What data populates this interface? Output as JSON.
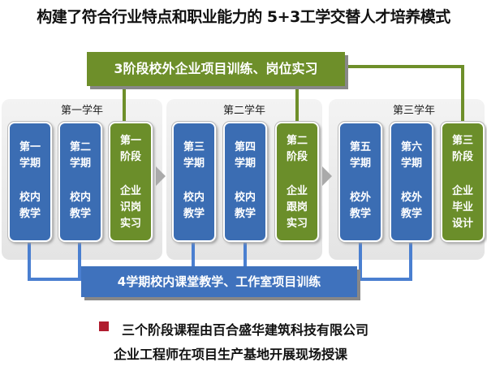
{
  "title": "构建了符合行业特点和职业能力的 5+3工学交替人才培养模式",
  "top_box": "3阶段校外企业项目训练、岗位实习",
  "bottom_box": "4学期校内课堂教学、工作室项目训练",
  "years": [
    {
      "label": "第一学年",
      "cols": [
        [
          "第一学期",
          "校内教学"
        ],
        [
          "第二学期",
          "校内教学"
        ],
        [
          "第一阶段",
          "企业识岗实习"
        ]
      ]
    },
    {
      "label": "第二学年",
      "cols": [
        [
          "第三学期",
          "校内教学"
        ],
        [
          "第四学期",
          "校内教学"
        ],
        [
          "第二阶段",
          "企业跟岗实习"
        ]
      ]
    },
    {
      "label": "第三学年",
      "cols": [
        [
          "第五学期",
          "校外教学"
        ],
        [
          "第六学期",
          "校外教学"
        ],
        [
          "第三阶段",
          "企业毕业设计"
        ]
      ]
    }
  ],
  "footer": {
    "line1": "三个阶段课程由百合盛华建筑科技有限公司",
    "line2": "企业工程师在项目生产基地开展现场授课"
  },
  "colors": {
    "blue": "#3b6db3",
    "green": "#6b8e2a",
    "bullet": "#b01c2e"
  }
}
